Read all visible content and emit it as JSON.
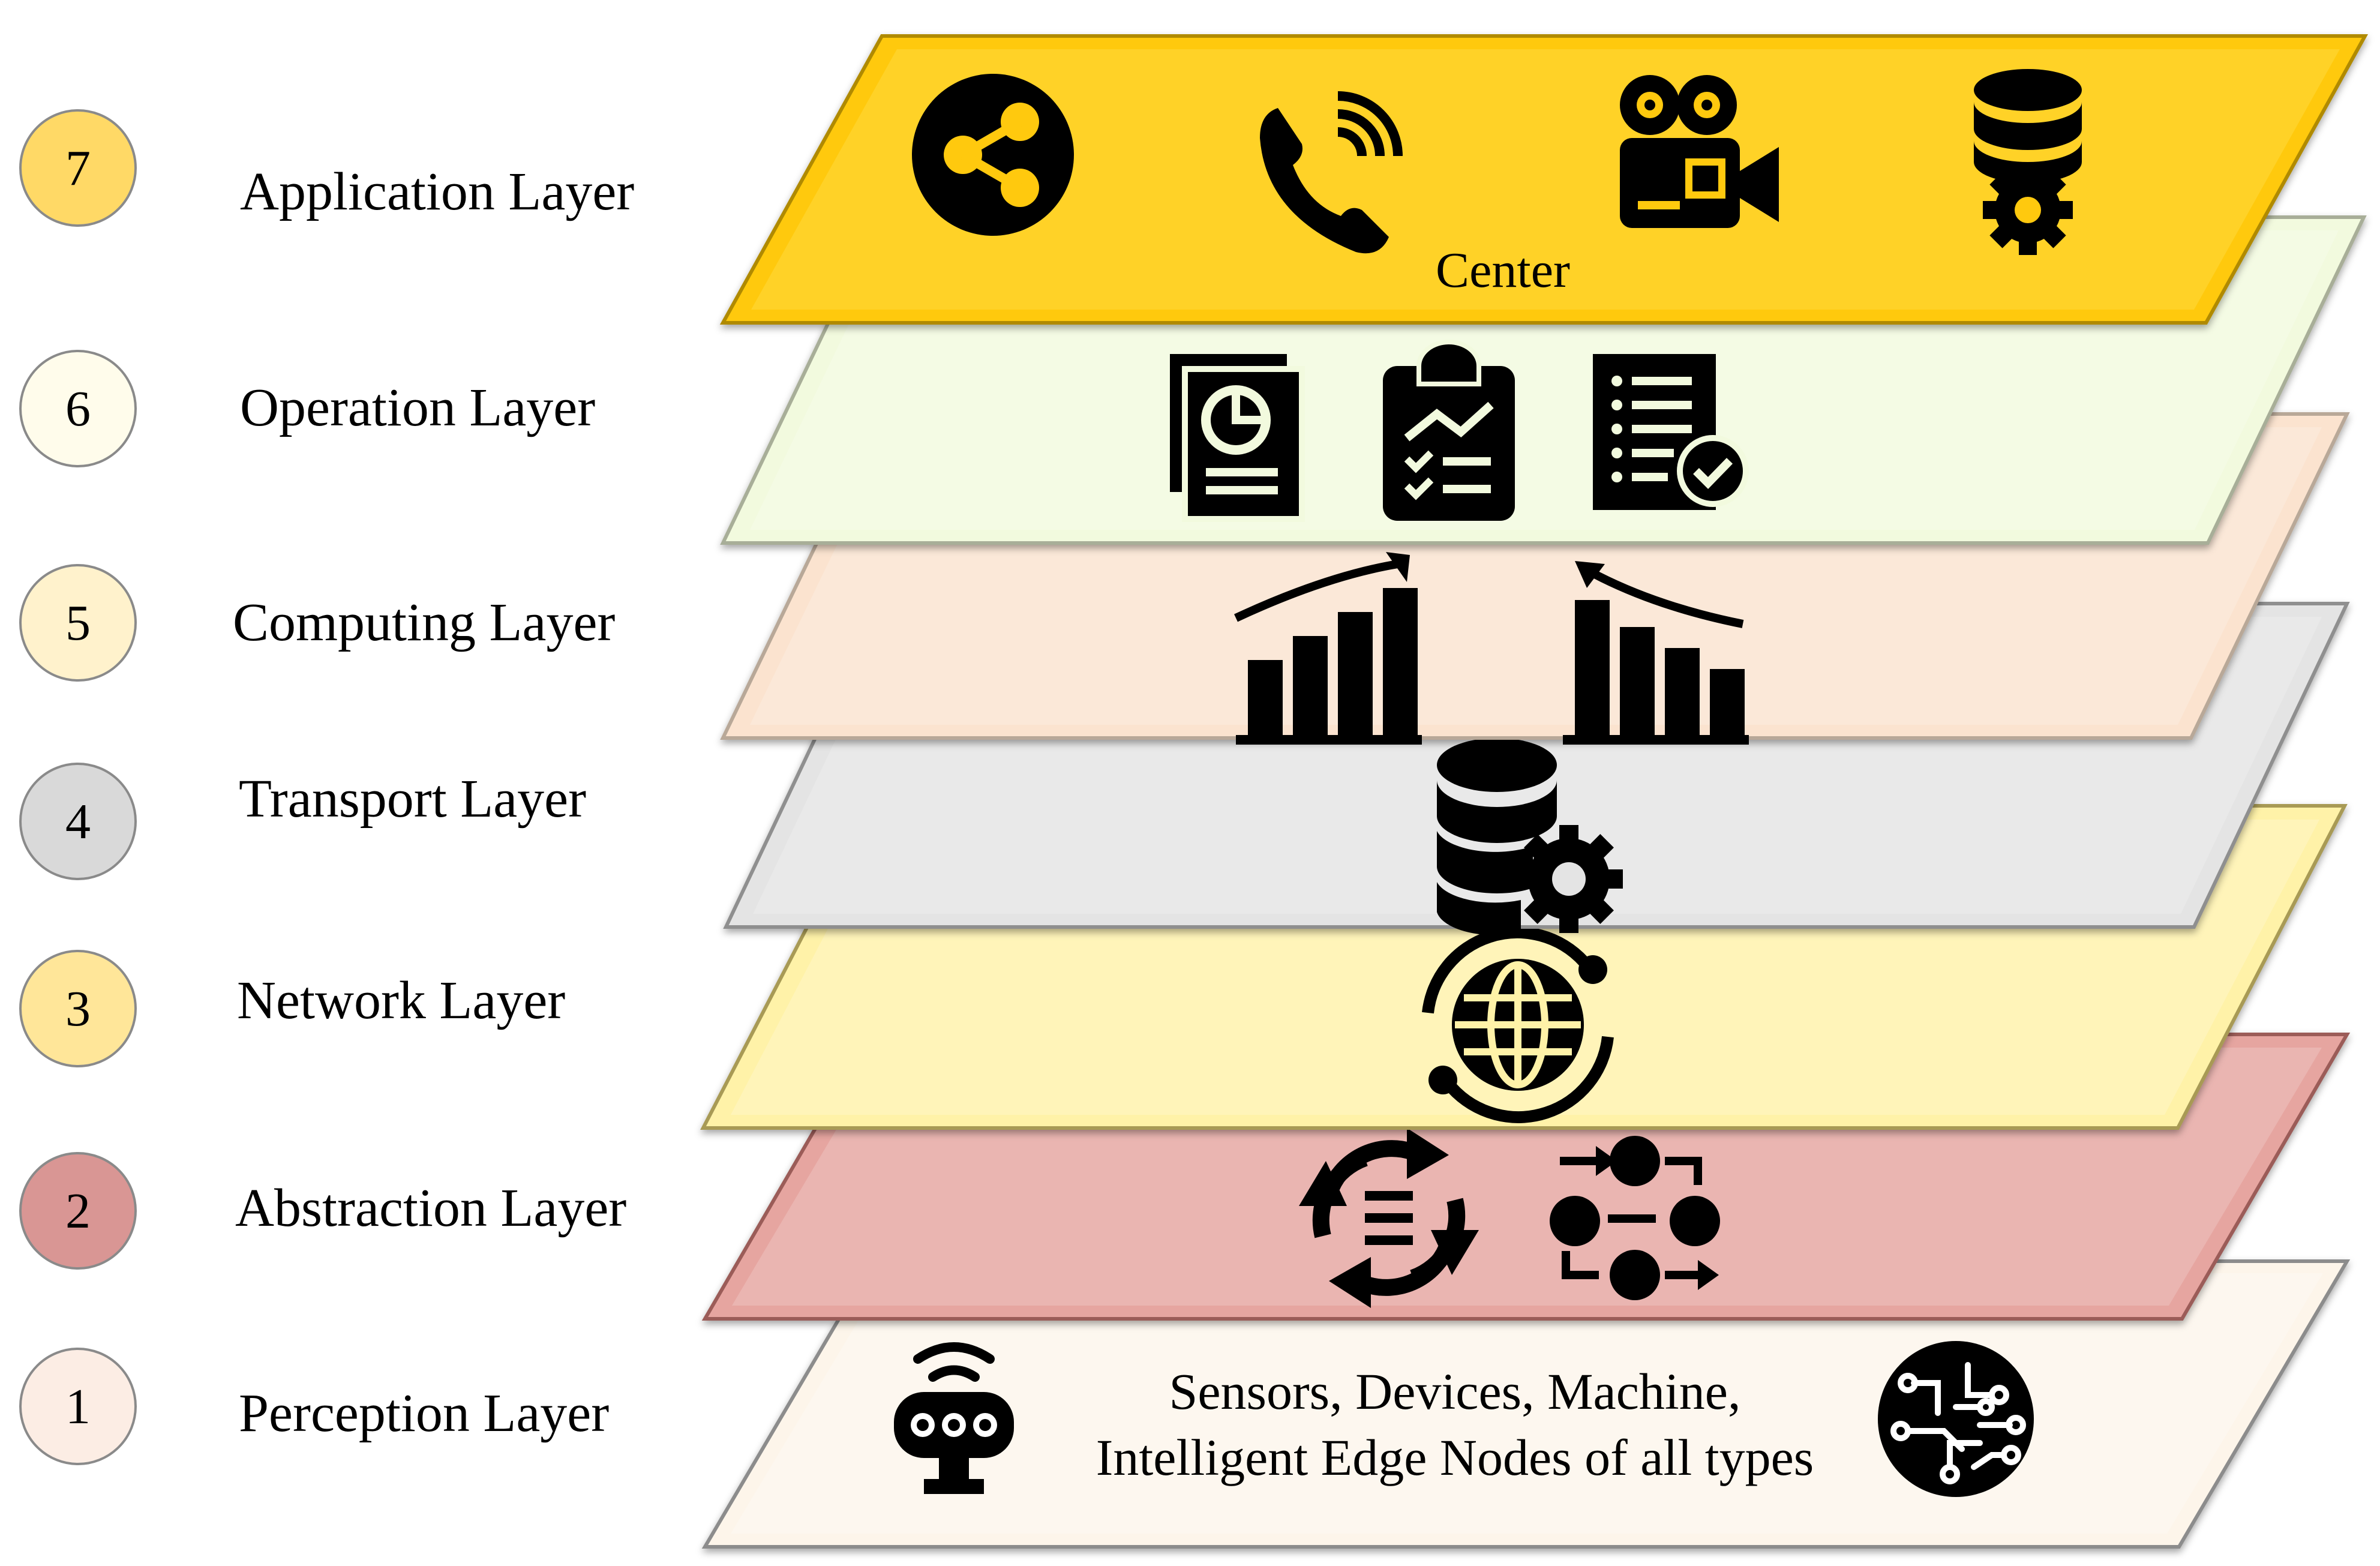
{
  "layers": [
    {
      "number": "7",
      "name": "Application Layer",
      "color": "#FFC90E",
      "badge_color": "#FFD966"
    },
    {
      "number": "6",
      "name": "Operation Layer",
      "color": "#F2FADE",
      "badge_color": "#FFFCEB"
    },
    {
      "number": "5",
      "name": "Computing Layer",
      "color": "#FBE3CF",
      "badge_color": "#FFF2CC"
    },
    {
      "number": "4",
      "name": "Transport Layer",
      "color": "#E4E4E4",
      "badge_color": "#D9D9D9"
    },
    {
      "number": "3",
      "name": "Network Layer",
      "color": "#FFF2A8",
      "badge_color": "#FFE699"
    },
    {
      "number": "2",
      "name": "Abstraction Layer",
      "color": "#E6A5A0",
      "badge_color": "#D99694"
    },
    {
      "number": "1",
      "name": "Perception Layer",
      "color": "#FDF5EA",
      "badge_color": "#FCEDE4"
    }
  ],
  "application_center_text": "Center",
  "perception_text_line1": "Sensors, Devices, Machine,",
  "perception_text_line2": "Intelligent Edge Nodes of all types",
  "icons": {
    "application": [
      "share-icon",
      "phone-call-icon",
      "video-camera-icon",
      "database-gear-icon"
    ],
    "operation": [
      "report-chart-icon",
      "clipboard-analytics-icon",
      "checklist-icon"
    ],
    "computing": [
      "growth-bar-chart-icon",
      "decline-bar-chart-icon"
    ],
    "transport": [
      "database-settings-icon"
    ],
    "network": [
      "globe-sync-icon"
    ],
    "abstraction": [
      "sync-list-icon",
      "workflow-icon"
    ],
    "perception": [
      "wireless-device-icon",
      "circuit-brain-icon"
    ]
  }
}
